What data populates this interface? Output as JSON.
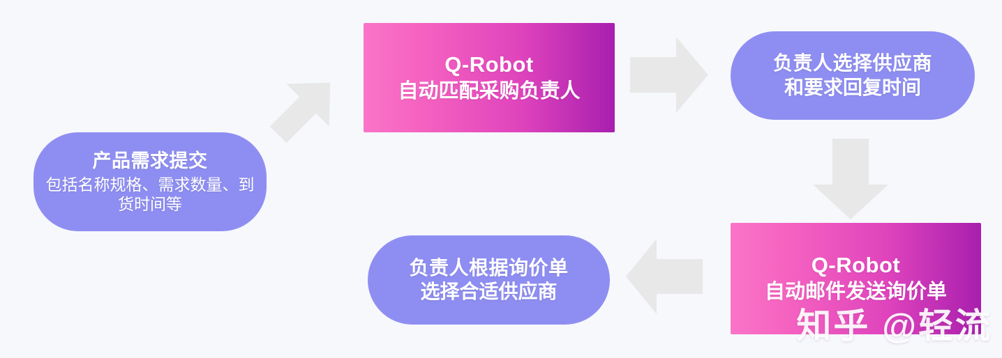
{
  "background_color": "#f6f8fc",
  "palette": {
    "purple_node": "#8e8ef2",
    "pink_gradient_start": "#fa74c8",
    "pink_gradient_end": "#a81fae",
    "arrow_gray": "#e8e8e8",
    "node_text": "#ffffff"
  },
  "diagram": {
    "type": "flowchart",
    "nodes": [
      {
        "id": "request",
        "title": "产品需求提交",
        "subtitle": "包括名称规格、需求数量、到货时间等",
        "shape": "pill",
        "color": "#8e8ef2"
      },
      {
        "id": "match",
        "title": "Q-Robot",
        "subtitle": "自动匹配采购负责人",
        "shape": "rectangle",
        "color": "pink-gradient"
      },
      {
        "id": "select",
        "title": "负责人选择供应商",
        "subtitle": "和要求回复时间",
        "shape": "pill",
        "color": "#8e8ef2"
      },
      {
        "id": "email",
        "title": "Q-Robot",
        "subtitle": "自动邮件发送询价单",
        "shape": "rectangle",
        "color": "pink-gradient"
      },
      {
        "id": "choose",
        "title": "负责人根据询价单",
        "subtitle": "选择合适供应商",
        "shape": "pill",
        "color": "#8e8ef2"
      }
    ],
    "connectors": [
      {
        "id": "diag",
        "from": "request",
        "to": "match",
        "direction": "up-right",
        "icon": "arrow-diagonal-up-right-icon"
      },
      {
        "id": "right",
        "from": "match",
        "to": "select",
        "direction": "right",
        "icon": "arrow-right-icon"
      },
      {
        "id": "down",
        "from": "select",
        "to": "email",
        "direction": "down",
        "icon": "arrow-down-icon"
      },
      {
        "id": "left",
        "from": "email",
        "to": "choose",
        "direction": "left",
        "icon": "arrow-left-icon"
      }
    ]
  },
  "watermark": {
    "text": "知乎 @轻流"
  }
}
